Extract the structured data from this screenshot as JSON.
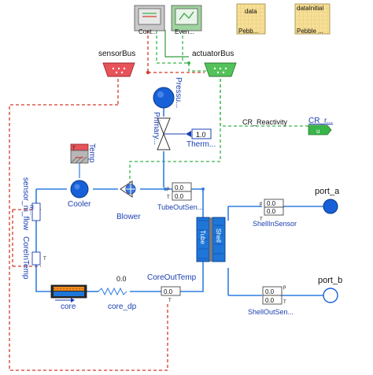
{
  "top_blocks": {
    "controller_label": "Cont...",
    "events_label": "Even...",
    "data_label": "data",
    "data_sub": "Pebb...",
    "datainitial_label": "dataInitial",
    "datainitial_sub": "Pebble ..."
  },
  "buses": {
    "sensor_bus": "sensorBus",
    "actuator_bus": "actuatorBus"
  },
  "components": {
    "pressure": "Pressu...",
    "primary": "Primary...",
    "therm": "Therm...",
    "therm_value": "1.0",
    "cr_reactivity": "CR_Reactivity",
    "cr_block": "CR_r...",
    "cr_port": "u",
    "temp": "Temp",
    "cooler": "Cooler",
    "blower": "Blower",
    "sensor_m_flow": "sensor_m_flow",
    "m_dot": "m...",
    "tube_out_sensor": "TubeOutSen...",
    "tube": "Tube",
    "shell": "Shell",
    "core_in_temp": "CoreInTemp",
    "core": "core",
    "core_dp": "core_dp",
    "core_dp_value": "0.0",
    "core_out_temp": "CoreOutTemp",
    "shell_in_sensor": "ShellInSensor",
    "shell_out_sensor": "ShellOutSen...",
    "port_a": "port_a",
    "port_b": "port_b"
  },
  "readouts": {
    "p_letter": "p",
    "t_letter": "T",
    "tube_out_values": [
      "0.0",
      "0.0"
    ],
    "shell_in_values": [
      "0.0",
      "0.0"
    ],
    "shell_out_values": [
      "0.0",
      "0.0"
    ],
    "core_out_values": [
      "0.0"
    ]
  },
  "colors": {
    "fluid_pipe": "#2f7fe0",
    "sensor_bus": "#d23b2b",
    "actuator_bus": "#39b54a",
    "label_blue": "#1a3fb0"
  }
}
